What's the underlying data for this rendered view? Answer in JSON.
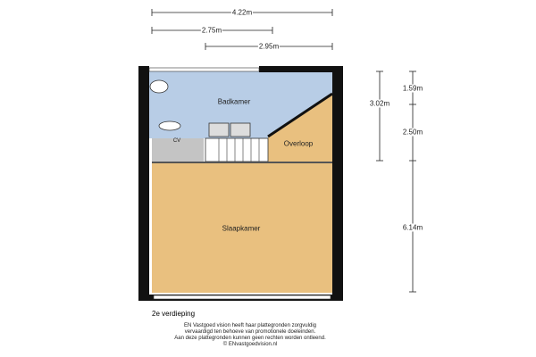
{
  "floor_label": "2e verdieping",
  "rooms": {
    "bathroom": "Badkamer",
    "landing": "Overloop",
    "bedroom": "Slaapkamer",
    "cv": "CV"
  },
  "dimensions": {
    "total_width": "4.22m",
    "width_left": "2.75m",
    "width_right": "2.95m",
    "depth_upper": "3.02m",
    "depth_a": "1.59m",
    "depth_b": "2.50m",
    "depth_c": "6.14m"
  },
  "disclaimer": [
    "EN Vastgoed vision heeft haar plattegronden zorgvuldig",
    "vervaardigd ten behoeve van promotionele doeleinden.",
    "Aan deze plattegronden kunnen geen rechten worden ontleend.",
    "© ENvastgoedvision.nl"
  ],
  "colors": {
    "bathroom": "#b8cde6",
    "warm": "#e9c07f",
    "cv": "#c4c4c4",
    "wall": "#111111"
  }
}
